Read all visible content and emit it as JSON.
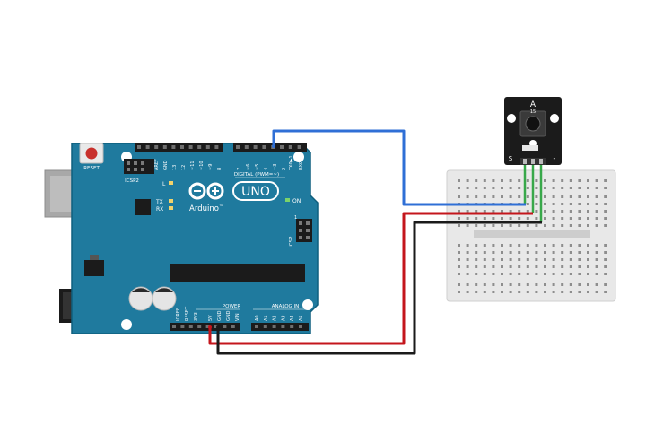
{
  "board": {
    "reset_label": "RESET",
    "icsp2_label": "ICSP2",
    "aref_label": "AREF",
    "gnd_label": "GND",
    "l_label": "L",
    "tx_label": "TX",
    "rx_label": "RX",
    "brand": "Arduino",
    "tm": "™",
    "model": "UNO",
    "on_label": "ON",
    "icsp_label": "ICSP",
    "icsp_pin1": "1",
    "digital_label": "DIGITAL (PWM=~)",
    "tx_pin_label": "TX0▶1",
    "rx_pin_label": "RX0◀0",
    "power_label": "POWER",
    "analog_label": "ANALOG IN",
    "digital_pins": [
      "13",
      "12",
      "~11",
      "~10",
      "~9",
      "8",
      "7",
      "~6",
      "~5",
      "4",
      "~3",
      "2"
    ],
    "power_pins": [
      "IOREF",
      "RESET",
      "3V3",
      "5V",
      "GND",
      "GND",
      "VIN"
    ],
    "analog_pins": [
      "A0",
      "A1",
      "A2",
      "A3",
      "A4",
      "A5"
    ]
  },
  "sensor": {
    "top_label": "A",
    "sub_label": "15",
    "s_label": "S",
    "minus_label": "-"
  },
  "colors": {
    "board": "#1f7a9e",
    "board_edge": "#0f5f7e",
    "signal_wire": "#2f6fd6",
    "power_wire": "#c4161c",
    "ground_wire": "#1a1a1a",
    "sensor_leg": "#38a84a",
    "breadboard": "#e6e6e6",
    "sensor_pcb": "#1b1b1b"
  }
}
